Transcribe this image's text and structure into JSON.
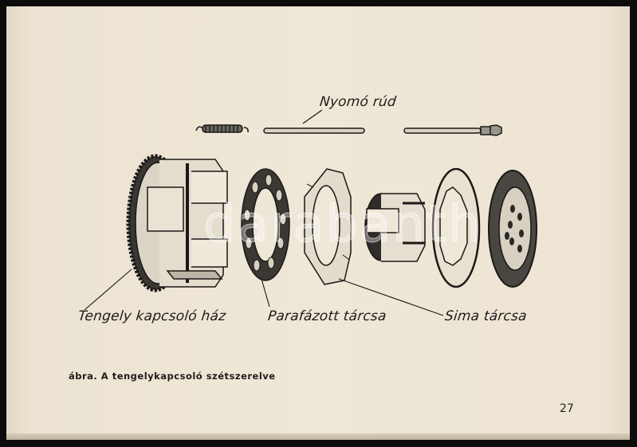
{
  "figure": {
    "labels": {
      "push_rod": "Nyomó rúd",
      "clutch_housing": "Tengely kapcsoló ház",
      "cork_disc": "Parafázott tárcsa",
      "plain_disc": "Sima tárcsa"
    },
    "caption": "ábra. A tengelykapcsoló szétszerelve",
    "watermark": "darabanth"
  },
  "page_number": "27"
}
